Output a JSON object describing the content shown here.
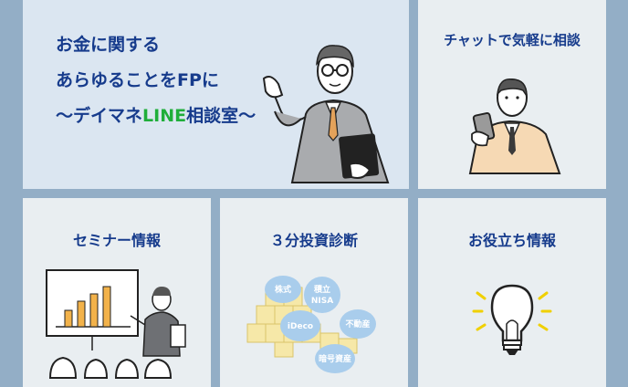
{
  "hero": {
    "line1": "お金に関する",
    "line2": "あらゆることをFPに",
    "line3_prefix": "〜デイマネ",
    "line3_highlight": "LINE",
    "line3_suffix": "相談室〜"
  },
  "cards": {
    "chat": {
      "title": "チャットで気軽に相談"
    },
    "seminar": {
      "title": "セミナー情報"
    },
    "diagnosis": {
      "title": "３分投資診断"
    },
    "tips": {
      "title": "お役立ち情報"
    }
  },
  "bubbles": [
    "株式",
    "積立",
    "NISA",
    "不動産",
    "iDeco",
    "暗号資産"
  ],
  "colors": {
    "background": "#93aec6",
    "title": "#163b8c",
    "line_green": "#1fae3a",
    "bubble": "#a9cdec",
    "bulb": "#f0d000"
  },
  "icons": {
    "hero": "fp-advisor-illustration",
    "chat": "smartphone-user-illustration",
    "seminar": "presentation-illustration",
    "diagnosis": "investment-blocks-illustration",
    "tips": "lightbulb-icon"
  }
}
